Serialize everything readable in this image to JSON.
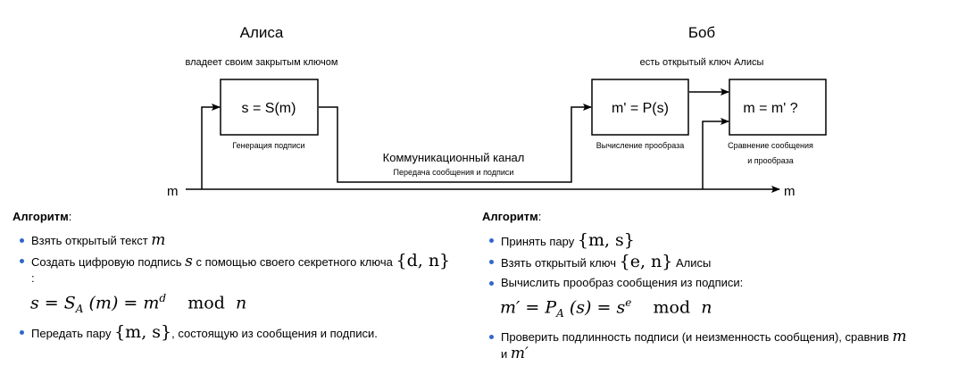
{
  "diagram": {
    "alice_title": "Алиса",
    "alice_subtitle": "владеет своим закрытым ключом",
    "bob_title": "Боб",
    "bob_subtitle": "есть открытый ключ Алисы",
    "sign_box": "s = S(m)",
    "sign_caption": "Генерация подписи",
    "channel_title": "Коммуникационный канал",
    "channel_caption": "Передача сообщения и подписи",
    "preimage_box": "m' = P(s)",
    "preimage_caption": "Вычисление прообраза",
    "compare_box": "m = m' ?",
    "compare_caption_1": "Сравнение сообщения",
    "compare_caption_2": "и прообраза",
    "input_label": "m",
    "output_label": "m"
  },
  "left_algo": {
    "title": "Алгоритм",
    "colon": ":",
    "step1_text": "Взять открытый текст ",
    "step1_var": "m",
    "step2_text": "Создать цифровую подпись ",
    "step2_var": "s",
    "step2_text_b": " с помощью своего секретного ключа ",
    "step2_set": "{d, n}",
    "step2_colon": ":",
    "formula_s": "s",
    "formula_eq1": " = ",
    "formula_S": "S",
    "formula_sub_A": "A",
    "formula_arg": " (m) ",
    "formula_eq2": "= ",
    "formula_m": "m",
    "formula_sup_d": "d",
    "formula_mod": "mod",
    "formula_n": "n",
    "step3_text": "Передать пару ",
    "step3_set": "{m, s}",
    "step3_text_b": ", состоящую из сообщения и подписи."
  },
  "right_algo": {
    "title": "Алгоритм",
    "colon": ":",
    "step1_text": "Принять пару ",
    "step1_set": "{m, s}",
    "step2_text": "Взять открытый ключ ",
    "step2_set": "{e, n}",
    "step2_text_b": " Алисы",
    "step3_text": "Вычислить прообраз сообщения из подписи:",
    "formula_m": "m′",
    "formula_eq1": " = ",
    "formula_P": "P",
    "formula_sub_A": "A",
    "formula_arg": " (s) ",
    "formula_eq2": "= ",
    "formula_s": "s",
    "formula_sup_e": "e",
    "formula_mod": "mod",
    "formula_n": "n",
    "step4_text": "Проверить подлинность подписи (и неизменность сообщения), сравнив ",
    "step4_var_m": "m",
    "step4_and": "и ",
    "step4_var_m2": "m′"
  }
}
